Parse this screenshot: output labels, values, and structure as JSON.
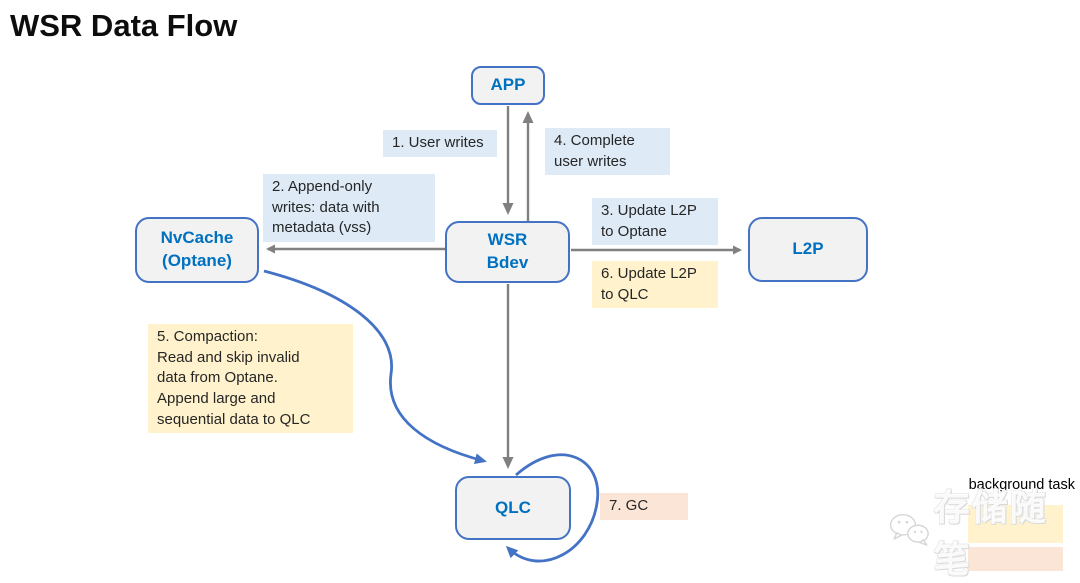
{
  "title": "WSR Data Flow",
  "nodes": {
    "app": {
      "label": "APP"
    },
    "nvcache": {
      "line1": "NvCache",
      "line2": "(Optane)"
    },
    "wsr_bdev": {
      "line1": "WSR",
      "line2": "Bdev"
    },
    "l2p": {
      "label": "L2P"
    },
    "qlc": {
      "label": "QLC"
    }
  },
  "flow_labels": {
    "step1": {
      "text": "1. User writes"
    },
    "step2": {
      "text": "2. Append-only\nwrites: data with\nmetadata (vss)"
    },
    "step3": {
      "text": "3. Update L2P\nto Optane"
    },
    "step4": {
      "text": "4. Complete\nuser writes"
    },
    "step5": {
      "text": "5. Compaction:\nRead and skip invalid\ndata from Optane.\nAppend large and\nsequential data to QLC"
    },
    "step6": {
      "text": "6. Update L2P\nto QLC"
    },
    "step7": {
      "text": "7. GC"
    }
  },
  "legend": {
    "label": "background task"
  },
  "watermark": {
    "text": "存储随笔",
    "icon": "wechat-icon"
  },
  "colors": {
    "node_border": "#4472C4",
    "node_fill": "#F2F2F2",
    "node_text": "#0070C0",
    "label_blue_bg": "#DEEBF7",
    "label_yellow_bg": "#FFF2CC",
    "label_peach_bg": "#FBE5D6",
    "arrow_gray": "#808080",
    "arrow_blue": "#4472C4",
    "title_text": "#0D0D0D",
    "label_text": "#262626"
  }
}
